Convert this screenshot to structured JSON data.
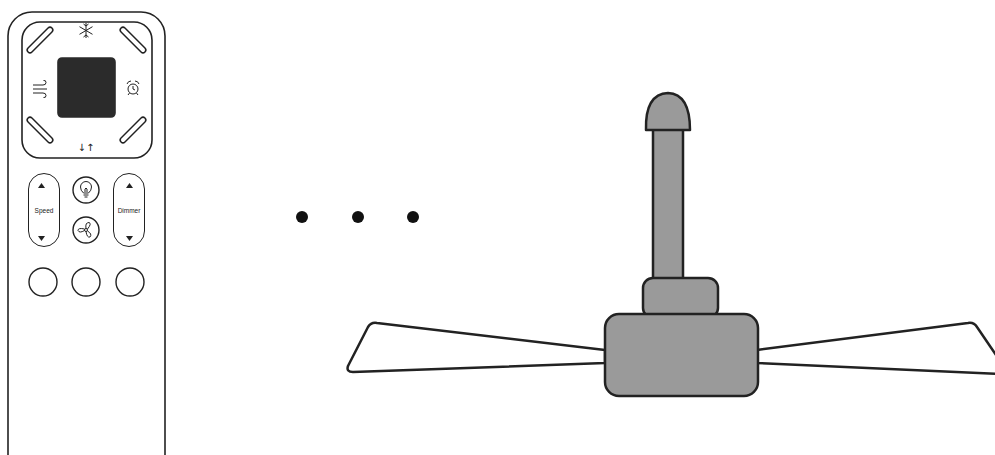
{
  "diagram": {
    "nodes": [
      {
        "text": [
          "Speed"
        ]
      },
      {
        "text": [
          "Dimmer"
        ]
      }
    ],
    "labels": [
      "↓↑"
    ]
  }
}
